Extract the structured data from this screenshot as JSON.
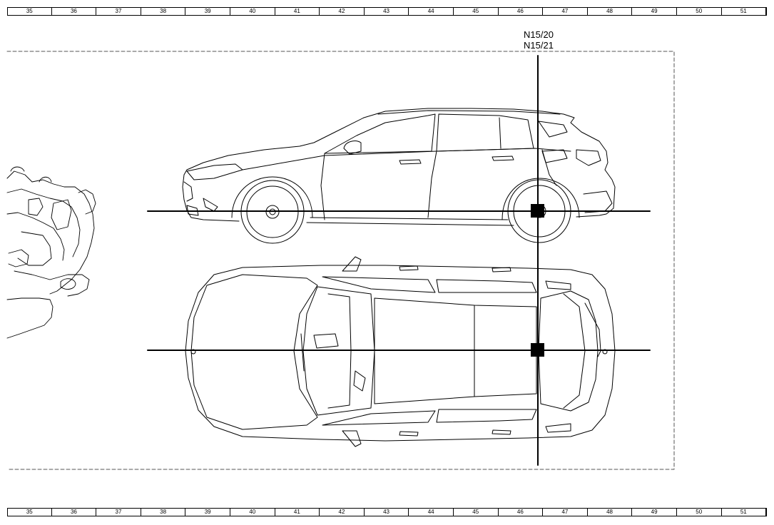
{
  "ruler": {
    "cells": [
      "35",
      "36",
      "37",
      "38",
      "39",
      "40",
      "41",
      "42",
      "43",
      "44",
      "45",
      "46",
      "47",
      "48",
      "49",
      "50",
      "51"
    ]
  },
  "component_labels": {
    "line1": "N15/20",
    "line2": "N15/21"
  },
  "diagram": {
    "type": "component-location-diagram",
    "views": [
      "side-view-vehicle",
      "top-view-vehicle",
      "engine-detail"
    ],
    "marker_color": "#000000",
    "line_color": "#000000",
    "frame_style": "dashed"
  }
}
